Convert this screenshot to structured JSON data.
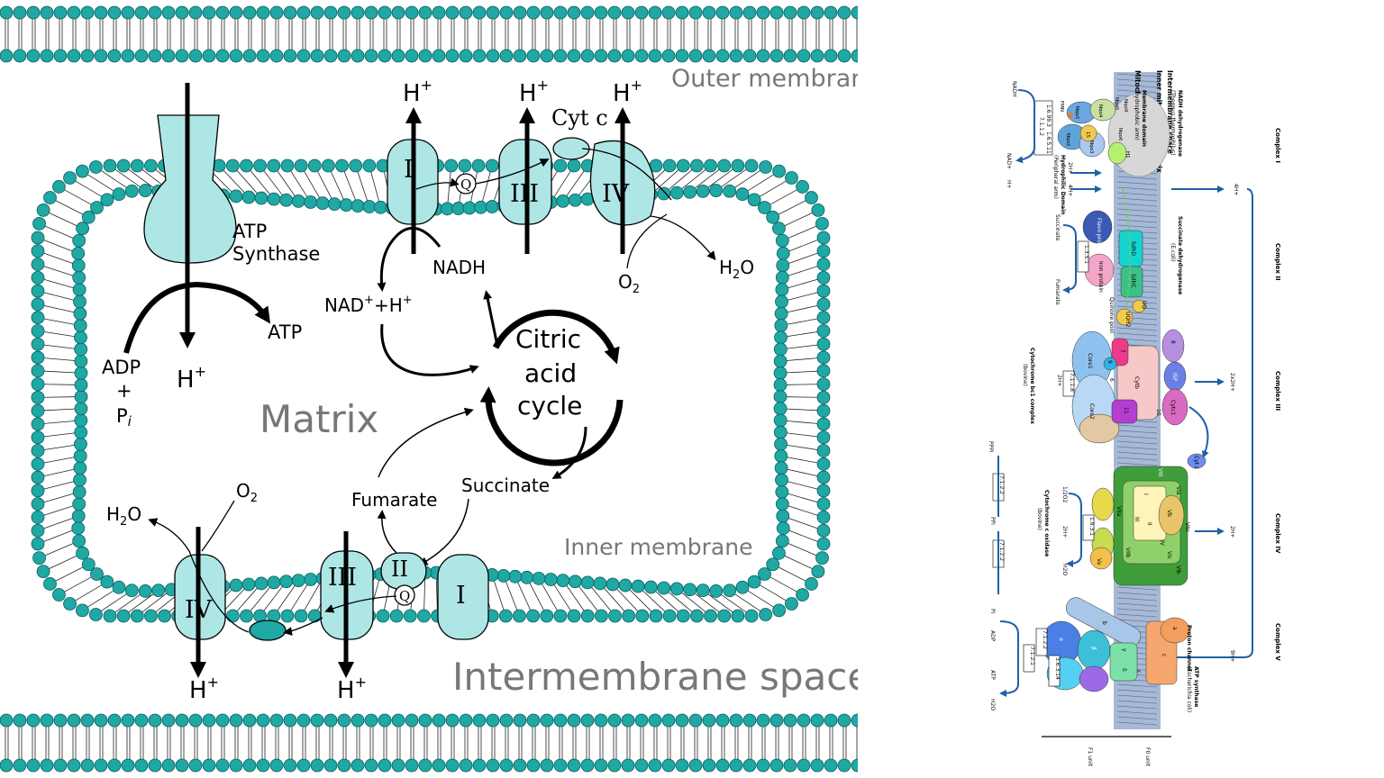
{
  "left": {
    "regions": {
      "outer_membrane": "Outer membrane",
      "inner_membrane": "Inner membrane",
      "matrix": "Matrix",
      "intermembrane_space": "Intermembrane space"
    },
    "atp_synthase": {
      "line1": "ATP",
      "line2": "Synthase",
      "product": "ATP",
      "adp": "ADP",
      "plus": "+",
      "pi": "P",
      "pi_sub": "i"
    },
    "protons": {
      "h": "H",
      "plus": "+"
    },
    "complexes": {
      "i": "I",
      "ii": "II",
      "iii": "III",
      "iv": "IV",
      "q": "Q"
    },
    "cyt_c": "Cyt c",
    "metabolites": {
      "nadh": "NADH",
      "nad": "NAD",
      "nad_tail": "+H",
      "fumarate": "Fumarate",
      "succinate": "Succinate",
      "o2": "O",
      "o2_sub": "2",
      "h2o_h": "H",
      "h2o_sub": "2",
      "h2o_o": "O"
    },
    "cycle": {
      "line1": "Citric",
      "line2": "acid",
      "line3": "cycle"
    },
    "colors": {
      "membrane": "#1fa8a4",
      "protein": "#aee6e6",
      "stroke": "#000000",
      "label_gray": "#777777"
    }
  },
  "right": {
    "complex_labels": [
      "Complex I",
      "Complex II",
      "Complex III",
      "Complex IV",
      "Complex V"
    ],
    "membrane_labels": [
      "Intermembrane space",
      "Inner mitochondrial matrix",
      "Mitochondrial matrix"
    ],
    "complex1": {
      "title": "NADH dehydrogenase",
      "organism": "(Thermus thermophilus)",
      "membrane_domain": "Membrane domain",
      "hydrophobic": "(hydrophobic arm)",
      "hydrophilic": "Hydrophilic Domain",
      "peripheral": "(Peripheral arm)",
      "subunits": [
        "Nqo1",
        "Nqo2",
        "Nqo3",
        "Nqo4",
        "Nqo5",
        "Nqo6",
        "Nqo9",
        "15",
        "H1"
      ],
      "fmn": "FMN",
      "ec": [
        "1.6.99.3",
        "1.6.5.11",
        "7.1.1.2"
      ],
      "nadh": "NADH",
      "nad": "NAD+",
      "h": "H+",
      "h2": "2H+",
      "h4": "4H+",
      "h4_out": "4H+"
    },
    "complex2": {
      "title": "Succinate dehydrogenase",
      "organism": "(E.coli)",
      "subunits": [
        "Flavo protein",
        "Iron protein",
        "SdhD",
        "SdhC"
      ],
      "pool": "Quinone pool",
      "uq": "UQ",
      "uqh2": "UQH2",
      "ec": "1.3.5.1",
      "succinate": "Succinate",
      "fumarate": "Fumarate"
    },
    "complex3": {
      "title": "Cytochrome bc1 complex",
      "organism": "(bovine)",
      "subunits": [
        "Core1",
        "Core2",
        "Cytb",
        "Cytc1",
        "ISP",
        "9",
        "6",
        "7",
        "8",
        "10",
        "11"
      ],
      "ec": "7.1.1.8",
      "h_in": "2H+",
      "h_out": "2x2H+",
      "cytc": "Cyt c"
    },
    "complex4": {
      "title": "Cytochrome c oxidase",
      "organism": "(bovine)",
      "subunits": [
        "I",
        "II",
        "III",
        "IV",
        "Va",
        "Vb",
        "VIa",
        "VIb",
        "VIc",
        "VIIa",
        "VIIb",
        "VIIc",
        "VIII"
      ],
      "ec": "1.9.3.1",
      "o2": "1/2O2",
      "h2": "2H+",
      "h2o": "H2O",
      "h_out": "2H+"
    },
    "complex5": {
      "title": "ATP synthase",
      "organism": "(Escherichia coli)",
      "proton_channel": "Proton channel",
      "subunits": [
        "a",
        "b",
        "c",
        "α",
        "β",
        "γ",
        "δ",
        "ε"
      ],
      "ec": [
        "7.1.2.2",
        "7.1.2.1",
        "3.6.3.14"
      ],
      "ec_ppi": "3.6.1.1",
      "ppi": "PPPi",
      "ppi2": "PPi",
      "pi": "Pi",
      "adp": "ADP",
      "atp": "ATP",
      "h2o": "H2O",
      "h_out": "9H+",
      "f1": "F1 unit",
      "f0": "F0 unit"
    }
  }
}
